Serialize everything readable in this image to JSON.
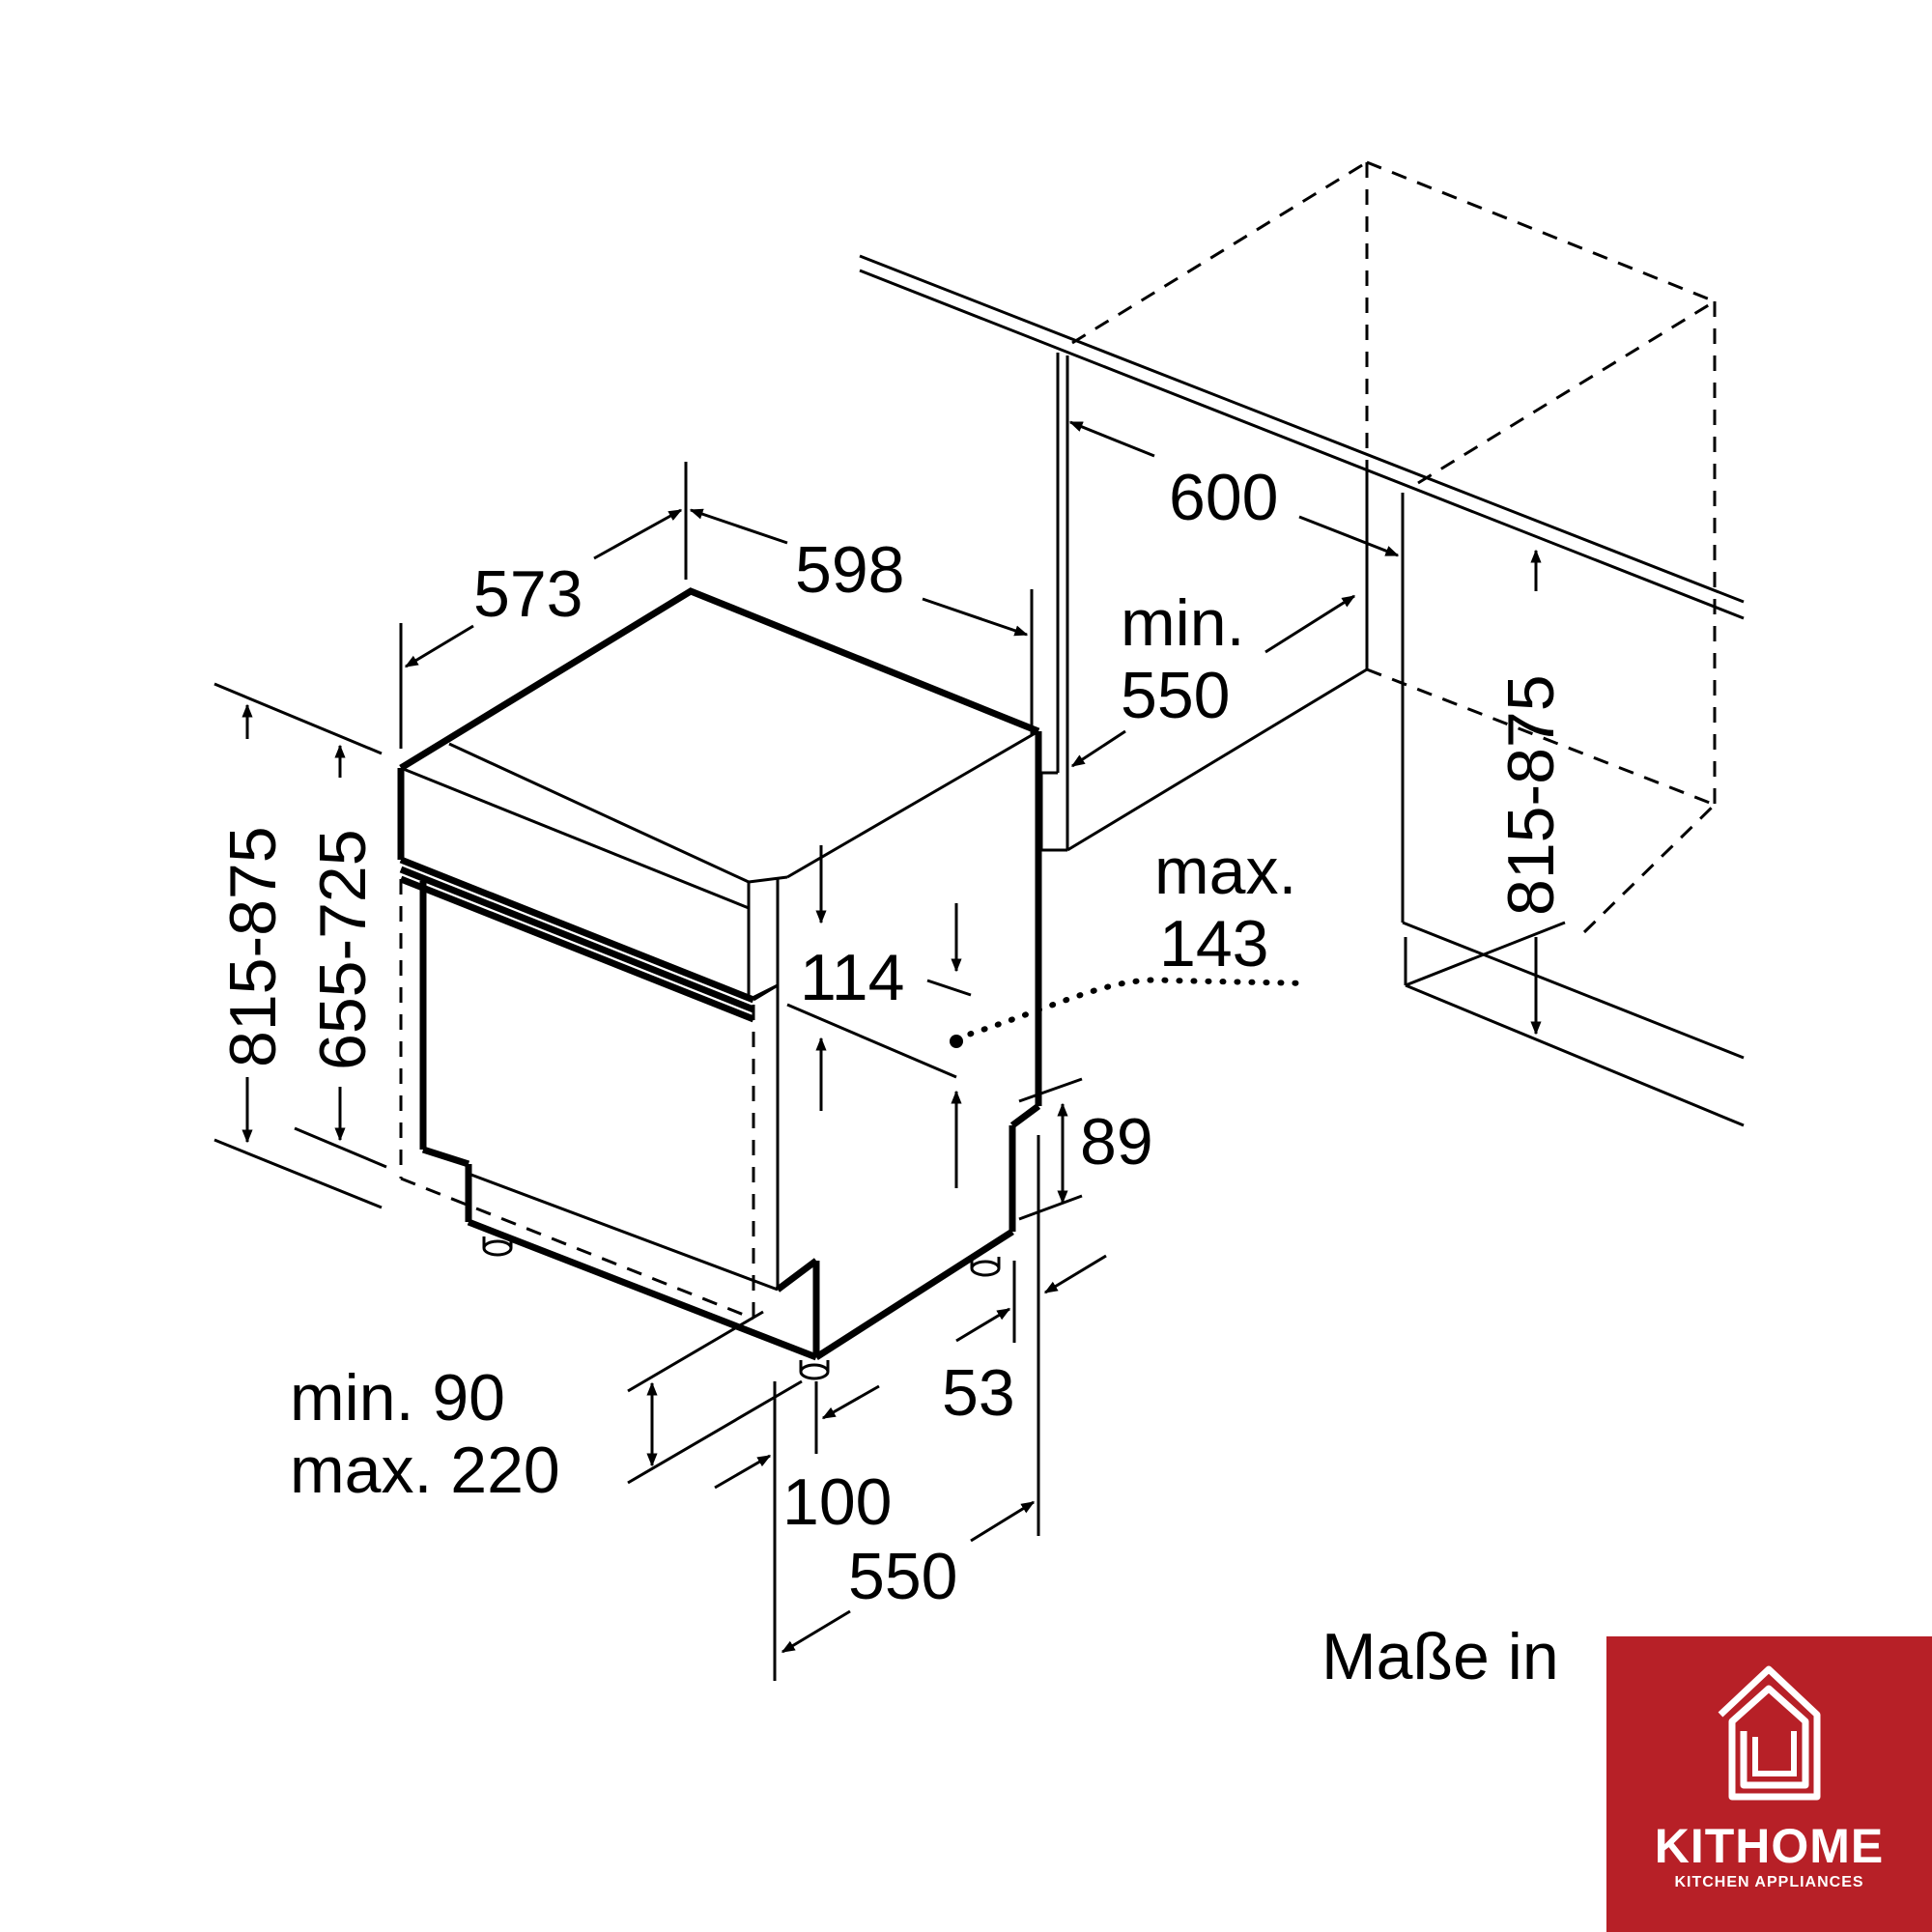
{
  "dimensions": {
    "d573": "573",
    "d598": "598",
    "d600": "600",
    "min550_a": "min.",
    "min550_b": "550",
    "h815_875_left": "815-875",
    "h655_725": "655-725",
    "h815_875_right": "815-875",
    "d114": "114",
    "max143_a": "max.",
    "max143_b": "143",
    "d89": "89",
    "min90": "min. 90",
    "max220": "max. 220",
    "d53": "53",
    "d100": "100",
    "d550": "550"
  },
  "caption": "Maße in",
  "logo": {
    "brand": "KITHOME",
    "subtitle": "KITCHEN APPLIANCES",
    "icon": "house-icon",
    "background": "#b72027"
  }
}
